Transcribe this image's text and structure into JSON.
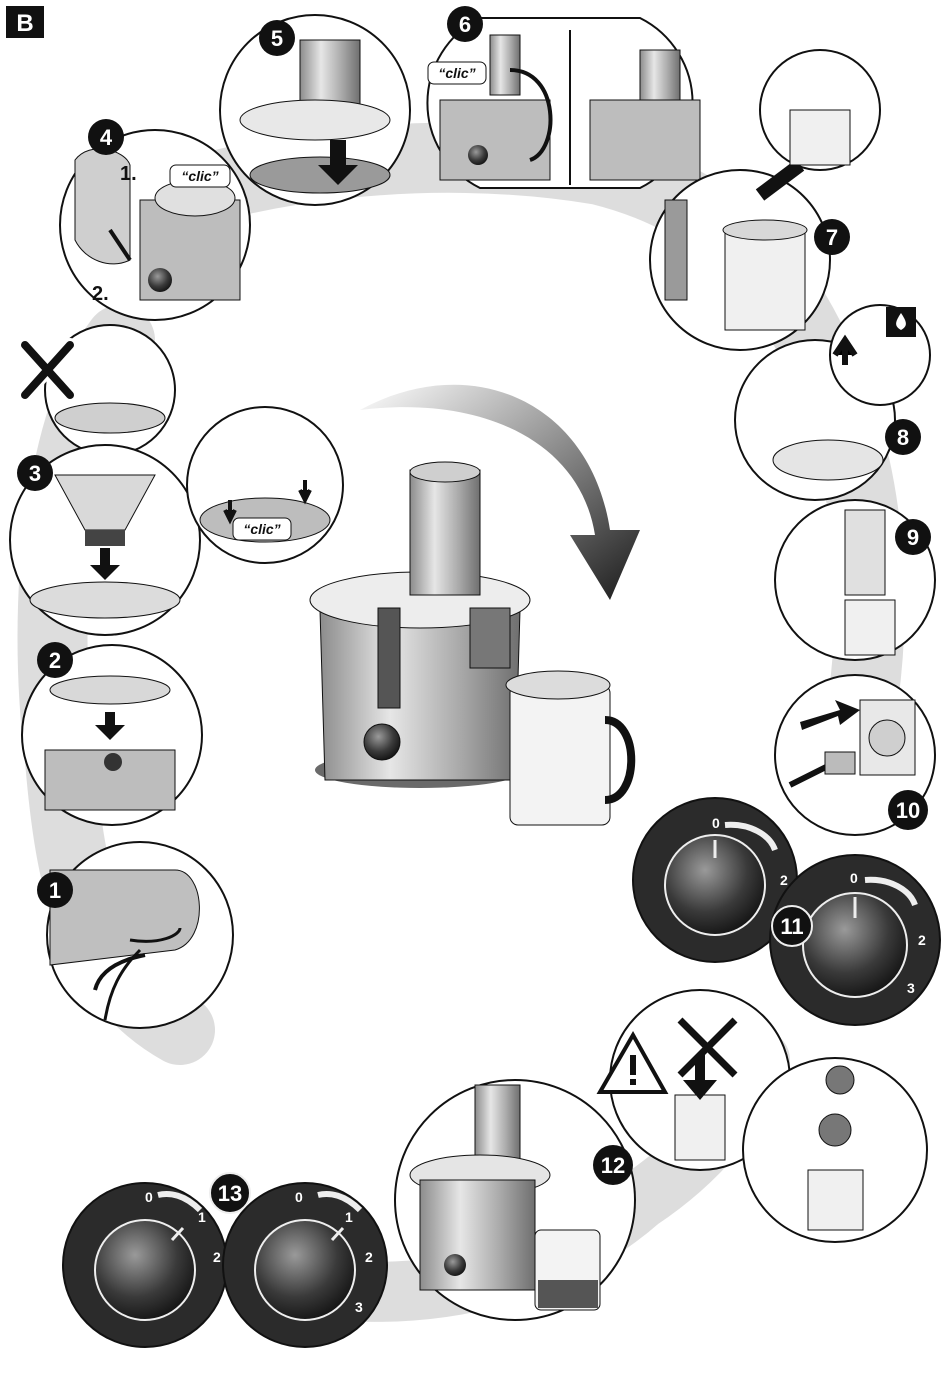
{
  "figure_label": "B",
  "steps": {
    "s1": "1",
    "s2": "2",
    "s3": "3",
    "s4": "4",
    "s5": "5",
    "s6": "6",
    "s7": "7",
    "s8": "8",
    "s9": "9",
    "s10": "10",
    "s11": "11",
    "s12": "12",
    "s13": "13"
  },
  "annotations": {
    "clic": "“clic”",
    "sub1": "1.",
    "sub2": "2."
  },
  "dials": {
    "zero": "0",
    "one": "1",
    "two": "2",
    "three": "3"
  },
  "colors": {
    "ink": "#111111",
    "shadow_band": "#d4d4d4",
    "metal": "#bdbdbd",
    "dial_ring": "#2b2b2b"
  },
  "icons": [
    "prohibited-x-icon",
    "warning-triangle-icon",
    "water-drop-icon",
    "curved-arrow-icon",
    "plug-icon"
  ]
}
